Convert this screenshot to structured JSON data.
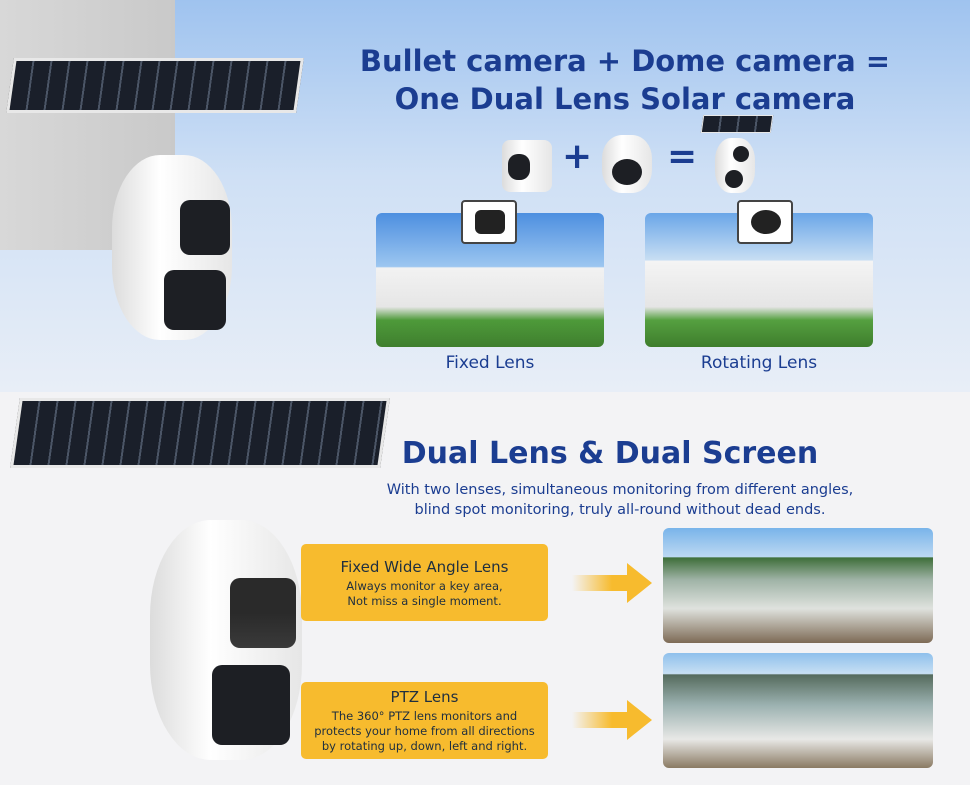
{
  "top_section": {
    "title_line1": "Bullet camera + Dome camera =",
    "title_line2": "One Dual Lens Solar camera",
    "equation": {
      "plus": "+",
      "equals": "="
    },
    "fixed_lens_caption": "Fixed Lens",
    "rotating_lens_caption": "Rotating Lens"
  },
  "bottom_section": {
    "title": "Dual Lens & Dual Screen",
    "subtitle_line1": "With two lenses, simultaneous monitoring from different angles,",
    "subtitle_line2": "blind spot monitoring, truly all-round without dead ends.",
    "features": [
      {
        "title": "Fixed Wide Angle Lens",
        "line1": "Always monitor a key area,",
        "line2": "Not miss a single moment."
      },
      {
        "title": "PTZ Lens",
        "line1": "The 360° PTZ lens monitors and",
        "line2": "protects your home from all directions",
        "line3": "by rotating up, down, left and right."
      }
    ]
  },
  "colors": {
    "title": "#1b3d91",
    "feature_box": "#f7bb2e",
    "arrow": "#f7bb2e"
  }
}
